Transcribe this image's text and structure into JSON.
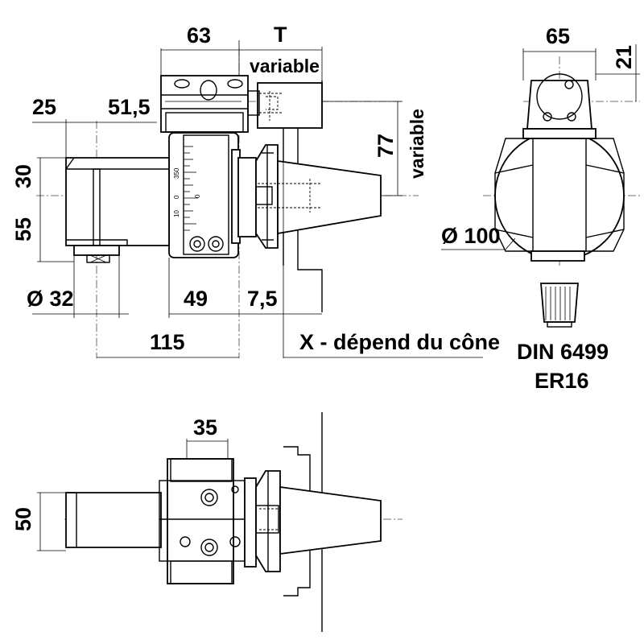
{
  "dimensions": {
    "d63": "63",
    "dT": "T",
    "dTvar": "variable",
    "d25": "25",
    "d515": "51,5",
    "d30": "30",
    "d55": "55",
    "d77": "77",
    "d77var": "variable",
    "d65": "65",
    "d21": "21",
    "dia100": "Ø 100",
    "dia32": "Ø 32",
    "d49": "49",
    "d75": "7,5",
    "d115": "115",
    "dX": "X - dépend du cône",
    "d35": "35",
    "d50": "50"
  },
  "collet": {
    "standard": "DIN 6499",
    "size": "ER16"
  },
  "scale": {
    "labels": [
      "350",
      "0",
      "10",
      "0"
    ]
  },
  "colors": {
    "line": "#000000",
    "background": "#ffffff"
  }
}
